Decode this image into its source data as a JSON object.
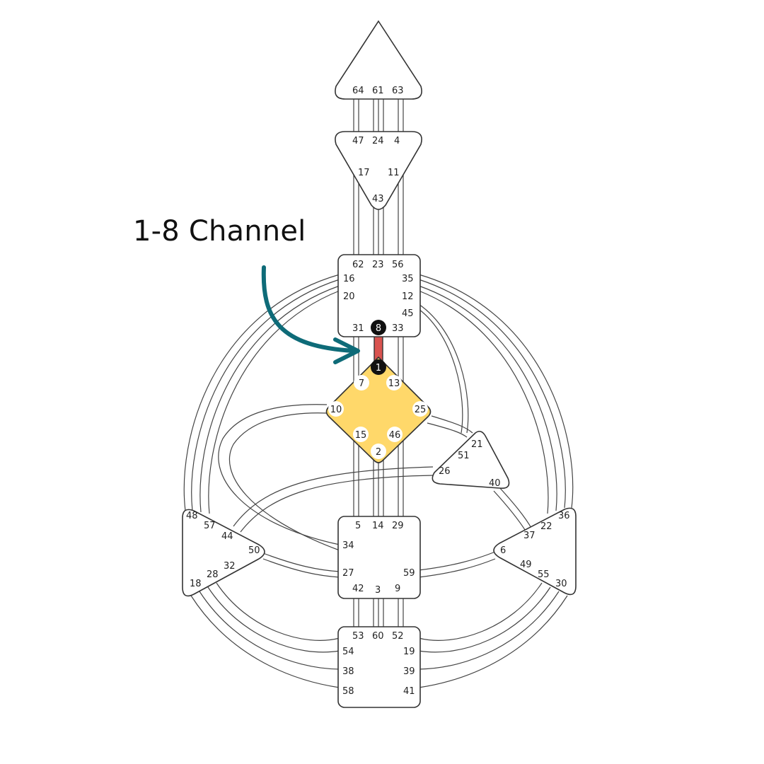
{
  "annotation": {
    "label": "1-8 Channel",
    "arrow_color": "#0e6b78"
  },
  "colors": {
    "defined_center": "#ffd86a",
    "defined_channel": "#d9534f",
    "active_gate": "#111111",
    "outline": "#333333"
  },
  "centers": [
    {
      "name": "head",
      "defined": false,
      "gates": [
        "64",
        "61",
        "63"
      ]
    },
    {
      "name": "ajna",
      "defined": false,
      "gates": [
        "47",
        "24",
        "4",
        "17",
        "11",
        "43"
      ]
    },
    {
      "name": "throat",
      "defined": false,
      "gates": [
        "62",
        "23",
        "56",
        "16",
        "35",
        "20",
        "12",
        "45",
        "31",
        "8",
        "33"
      ]
    },
    {
      "name": "g-center",
      "defined": true,
      "gates": [
        "1",
        "7",
        "13",
        "10",
        "25",
        "15",
        "46",
        "2"
      ]
    },
    {
      "name": "heart",
      "defined": false,
      "gates": [
        "21",
        "51",
        "26",
        "40"
      ]
    },
    {
      "name": "spleen",
      "defined": false,
      "gates": [
        "48",
        "57",
        "44",
        "50",
        "32",
        "28",
        "18"
      ]
    },
    {
      "name": "sacral",
      "defined": false,
      "gates": [
        "5",
        "14",
        "29",
        "34",
        "27",
        "59",
        "42",
        "3",
        "9"
      ]
    },
    {
      "name": "solar-plexus",
      "defined": false,
      "gates": [
        "36",
        "22",
        "37",
        "6",
        "49",
        "55",
        "30"
      ]
    },
    {
      "name": "root",
      "defined": false,
      "gates": [
        "53",
        "60",
        "52",
        "54",
        "19",
        "38",
        "39",
        "58",
        "41"
      ]
    }
  ],
  "defined_channel": {
    "gates": [
      "1",
      "8"
    ]
  },
  "active_gates": [
    "8",
    "1"
  ]
}
